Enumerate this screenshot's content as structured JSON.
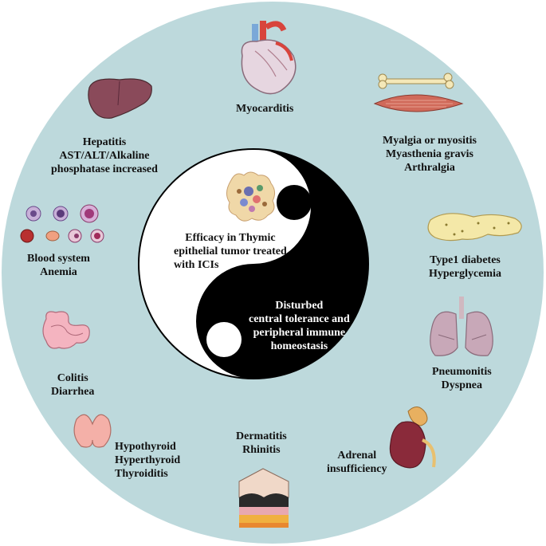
{
  "colors": {
    "outer_ring": "#bdd9dc",
    "yin": "#000000",
    "yang": "#ffffff",
    "text": "#111111"
  },
  "center": {
    "yang_text": [
      "Efficacy in Thymic",
      "epithelial tumor treated",
      "with ICIs"
    ],
    "yin_text": [
      "Disturbed",
      "central tolerance and",
      "peripheral immune",
      "homeostasis"
    ]
  },
  "organs": [
    {
      "id": "heart",
      "icon": "heart-icon",
      "lines": [
        "Myocarditis"
      ]
    },
    {
      "id": "muscle",
      "icon": "bone-muscle-icon",
      "lines": [
        "Myalgia or myositis",
        "Myasthenia gravis",
        "Arthralgia"
      ]
    },
    {
      "id": "pancreas",
      "icon": "pancreas-icon",
      "lines": [
        "Type1 diabetes",
        "Hyperglycemia"
      ]
    },
    {
      "id": "lung",
      "icon": "lungs-icon",
      "lines": [
        "Pneumonitis",
        "Dyspnea"
      ]
    },
    {
      "id": "adrenal",
      "icon": "kidney-adrenal-icon",
      "lines": [
        "Adrenal",
        "insufficiency"
      ]
    },
    {
      "id": "skin",
      "icon": "skin-layers-icon",
      "lines": [
        "Dermatitis",
        "Rhinitis"
      ]
    },
    {
      "id": "thyroid",
      "icon": "thyroid-icon",
      "lines": [
        "Hypothyroid",
        "Hyperthyroid",
        "Thyroiditis"
      ]
    },
    {
      "id": "colon",
      "icon": "intestine-icon",
      "lines": [
        "Colitis",
        "Diarrhea"
      ]
    },
    {
      "id": "blood",
      "icon": "blood-cells-icon",
      "lines": [
        "Blood system",
        "Anemia"
      ]
    },
    {
      "id": "liver",
      "icon": "liver-icon",
      "lines": [
        "Hepatitis",
        "AST/ALT/Alkaline",
        "phosphatase increased"
      ]
    }
  ]
}
